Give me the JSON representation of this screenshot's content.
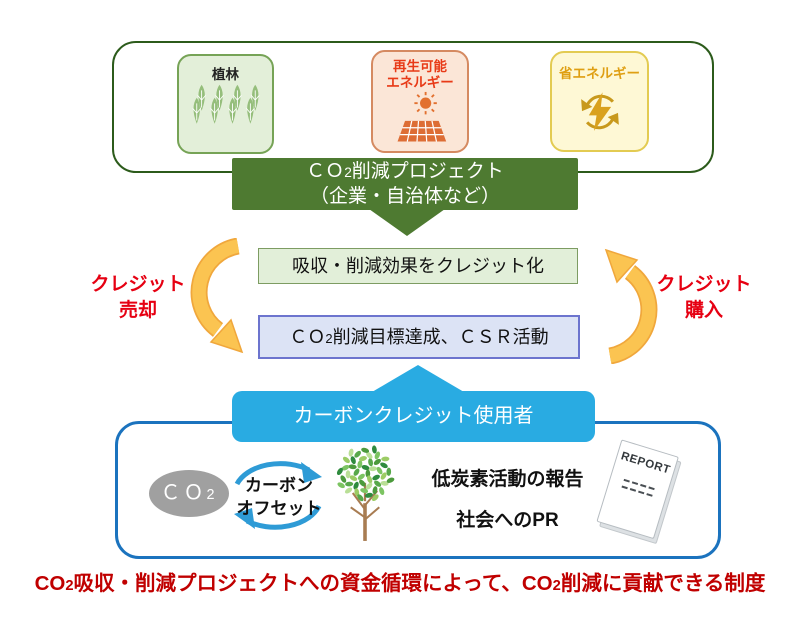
{
  "colors": {
    "top_box_border_green": "#2C5B1B",
    "project_banner_green": "#4E7A31",
    "user_banner_blue": "#29ABE2",
    "bottom_box_border_blue": "#1B73BE",
    "cycle_arrow_yellow": "#FBC451",
    "side_label_red": "#E60012",
    "caption_red": "#C00000",
    "co2_ellipse_gray": "#A0A0A0",
    "credit_box_green": "#E2EFD9",
    "goal_box_lavender": "#DCE3F5"
  },
  "icons": {
    "afforestation": "trees-icon",
    "renewable": "solar-panel-sun-icon",
    "energy_saving": "recycle-bolt-icon",
    "offset": "cycle-arrows-icon",
    "tree": "tree-icon",
    "report": "report-document-icon"
  },
  "project_group": {
    "cards": [
      {
        "lines": [
          "植林"
        ]
      },
      {
        "lines": [
          "再生可能",
          "エネルギー"
        ]
      },
      {
        "lines": [
          "省エネルギー"
        ]
      }
    ]
  },
  "project_banner": {
    "co": "ＣＯ",
    "sub": "2",
    "rest": "削減プロジェクト",
    "line2": "（企業・自治体など）"
  },
  "credit_box": {
    "text": "吸収・削減効果をクレジット化"
  },
  "goal_box": {
    "co": "ＣＯ",
    "sub": "2",
    "rest": "削減目標達成、ＣＳＲ活動"
  },
  "sell_label": {
    "line1": "クレジット",
    "line2": "売却"
  },
  "buy_label": {
    "line1": "クレジット",
    "line2": "購入"
  },
  "user_banner": {
    "text": "カーボンクレジット使用者"
  },
  "offset_cycle": {
    "co": "ＣＯ",
    "sub": "2",
    "line1": "カーボン",
    "line2": "オフセット"
  },
  "report_texts": {
    "low_carbon": "低炭素活動の報告",
    "pr": "社会へのPR"
  },
  "report_doc": {
    "title": "REPORT"
  },
  "caption": {
    "parts": [
      "CO",
      "2",
      "吸収・削減プロジェクトへの資金循環によって、CO",
      "2",
      "削減に貢献できる制度"
    ]
  }
}
